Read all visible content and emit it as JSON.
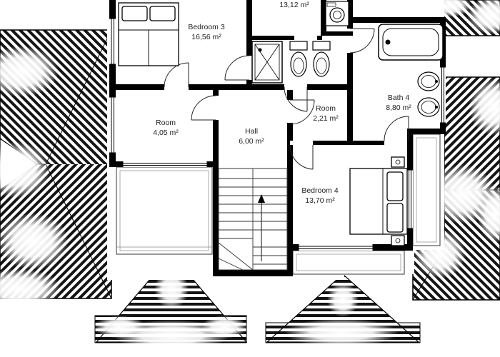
{
  "floorplan": {
    "rooms": [
      {
        "id": "bedroom-3",
        "name": "Bedroom 3",
        "area": "16,56 m²"
      },
      {
        "id": "upper-room",
        "name": "",
        "area": "13,12 m²"
      },
      {
        "id": "room-left",
        "name": "Room",
        "area": "4,05 m²"
      },
      {
        "id": "hall",
        "name": "Hall",
        "area": "6,00 m²"
      },
      {
        "id": "room-right",
        "name": "Room",
        "area": "2,21 m²"
      },
      {
        "id": "bath-4",
        "name": "Bath 4",
        "area": "8,80 m²"
      },
      {
        "id": "bedroom-4",
        "name": "Bedroom 4",
        "area": "13,70 m²"
      }
    ],
    "icons": [
      "double-bed-icon",
      "shower-icon",
      "toilet-icon",
      "washing-machine-icon",
      "bathtub-icon",
      "sink-icon",
      "staircase-icon",
      "door-swing-icon"
    ],
    "colors": {
      "walls": "#000000",
      "floor": "#ffffff",
      "roof_stripe": "#141414",
      "label_text": "#222222"
    }
  }
}
